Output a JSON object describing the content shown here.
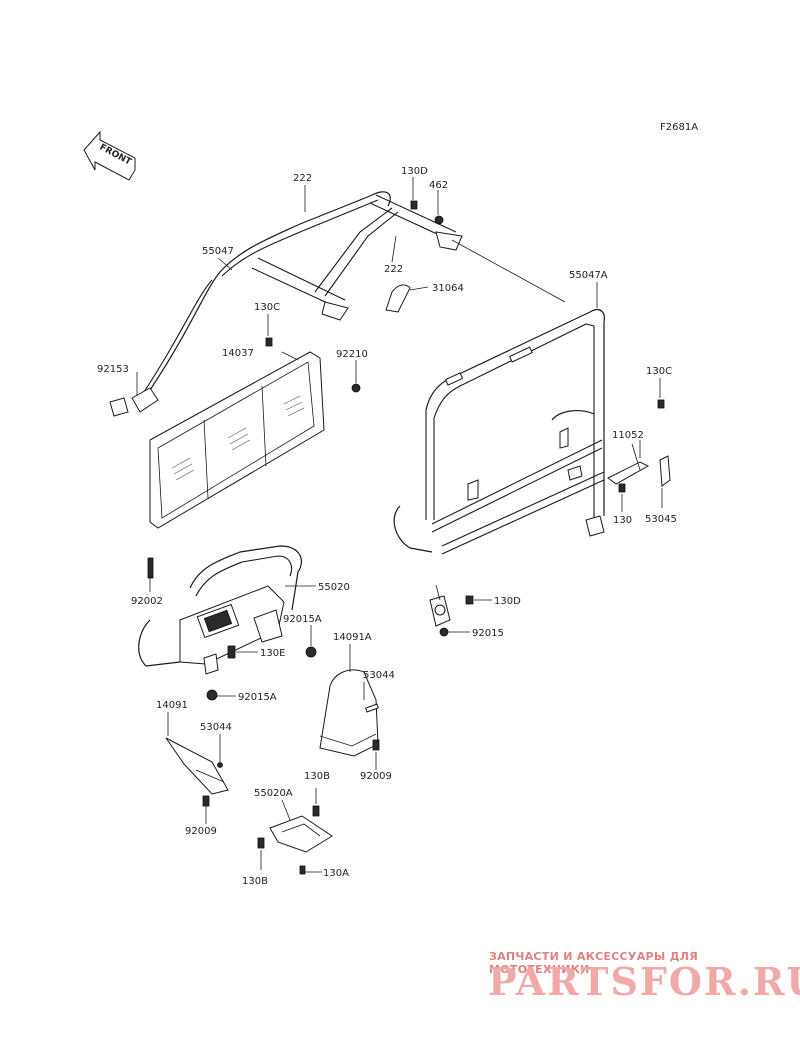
{
  "diagram_code": "F2681A",
  "front_label": "FRONT",
  "callouts": {
    "c222a": "222",
    "c130d_top": "130D",
    "c462": "462",
    "c55047": "55047",
    "c222b": "222",
    "c31064": "31064",
    "c55047a": "55047A",
    "c130c_left": "130C",
    "c92210": "92210",
    "c14037": "14037",
    "c92153": "92153",
    "c130c_right": "130C",
    "c11052": "11052",
    "c130": "130",
    "c53045": "53045",
    "c92002": "92002",
    "c55020": "55020",
    "c92015a_top": "92015A",
    "c130e": "130E",
    "c92015a_bottom": "92015A",
    "c130d_bottom": "130D",
    "c92015": "92015",
    "c14091a": "14091A",
    "c53044_right": "53044",
    "c14091": "14091",
    "c53044_left": "53044",
    "c92009_right": "92009",
    "c92009_left": "92009",
    "c130b_top": "130B",
    "c55020a": "55020A",
    "c130b_bottom": "130B",
    "c130a": "130A"
  },
  "watermark": {
    "tagline": "ЗАПЧАСТИ И АКСЕССУАРЫ ДЛЯ МОТОТЕХНИКИ",
    "brand": "PARTSFOR.RU"
  }
}
